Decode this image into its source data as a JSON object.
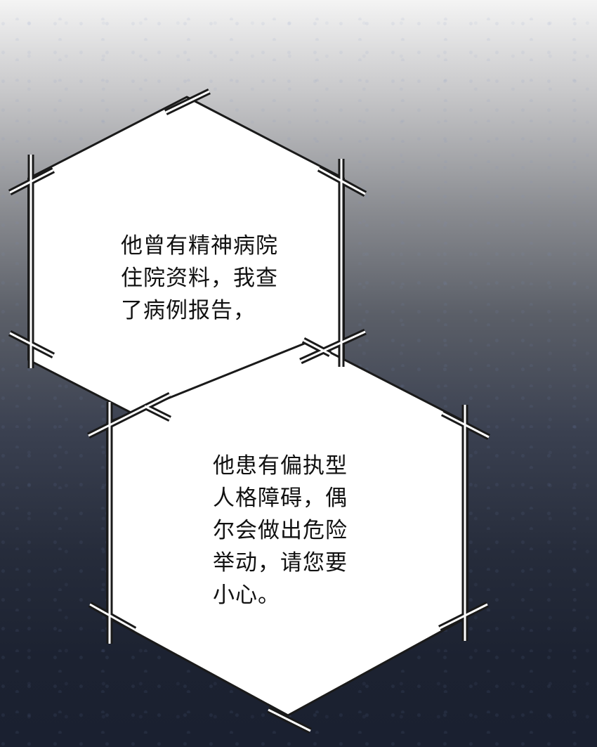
{
  "bubbles": [
    {
      "lines": [
        "他曾有精神病院",
        "住院资料，我查",
        "了病例报告，"
      ]
    },
    {
      "lines": [
        "他患有偏执型",
        "人格障碍，偶",
        "尔会做出危险",
        "举动，请您要",
        "小心。"
      ]
    }
  ],
  "colors": {
    "bubble_fill": "#ffffff",
    "bubble_stroke": "#1a1a1a",
    "text": "#111111"
  }
}
